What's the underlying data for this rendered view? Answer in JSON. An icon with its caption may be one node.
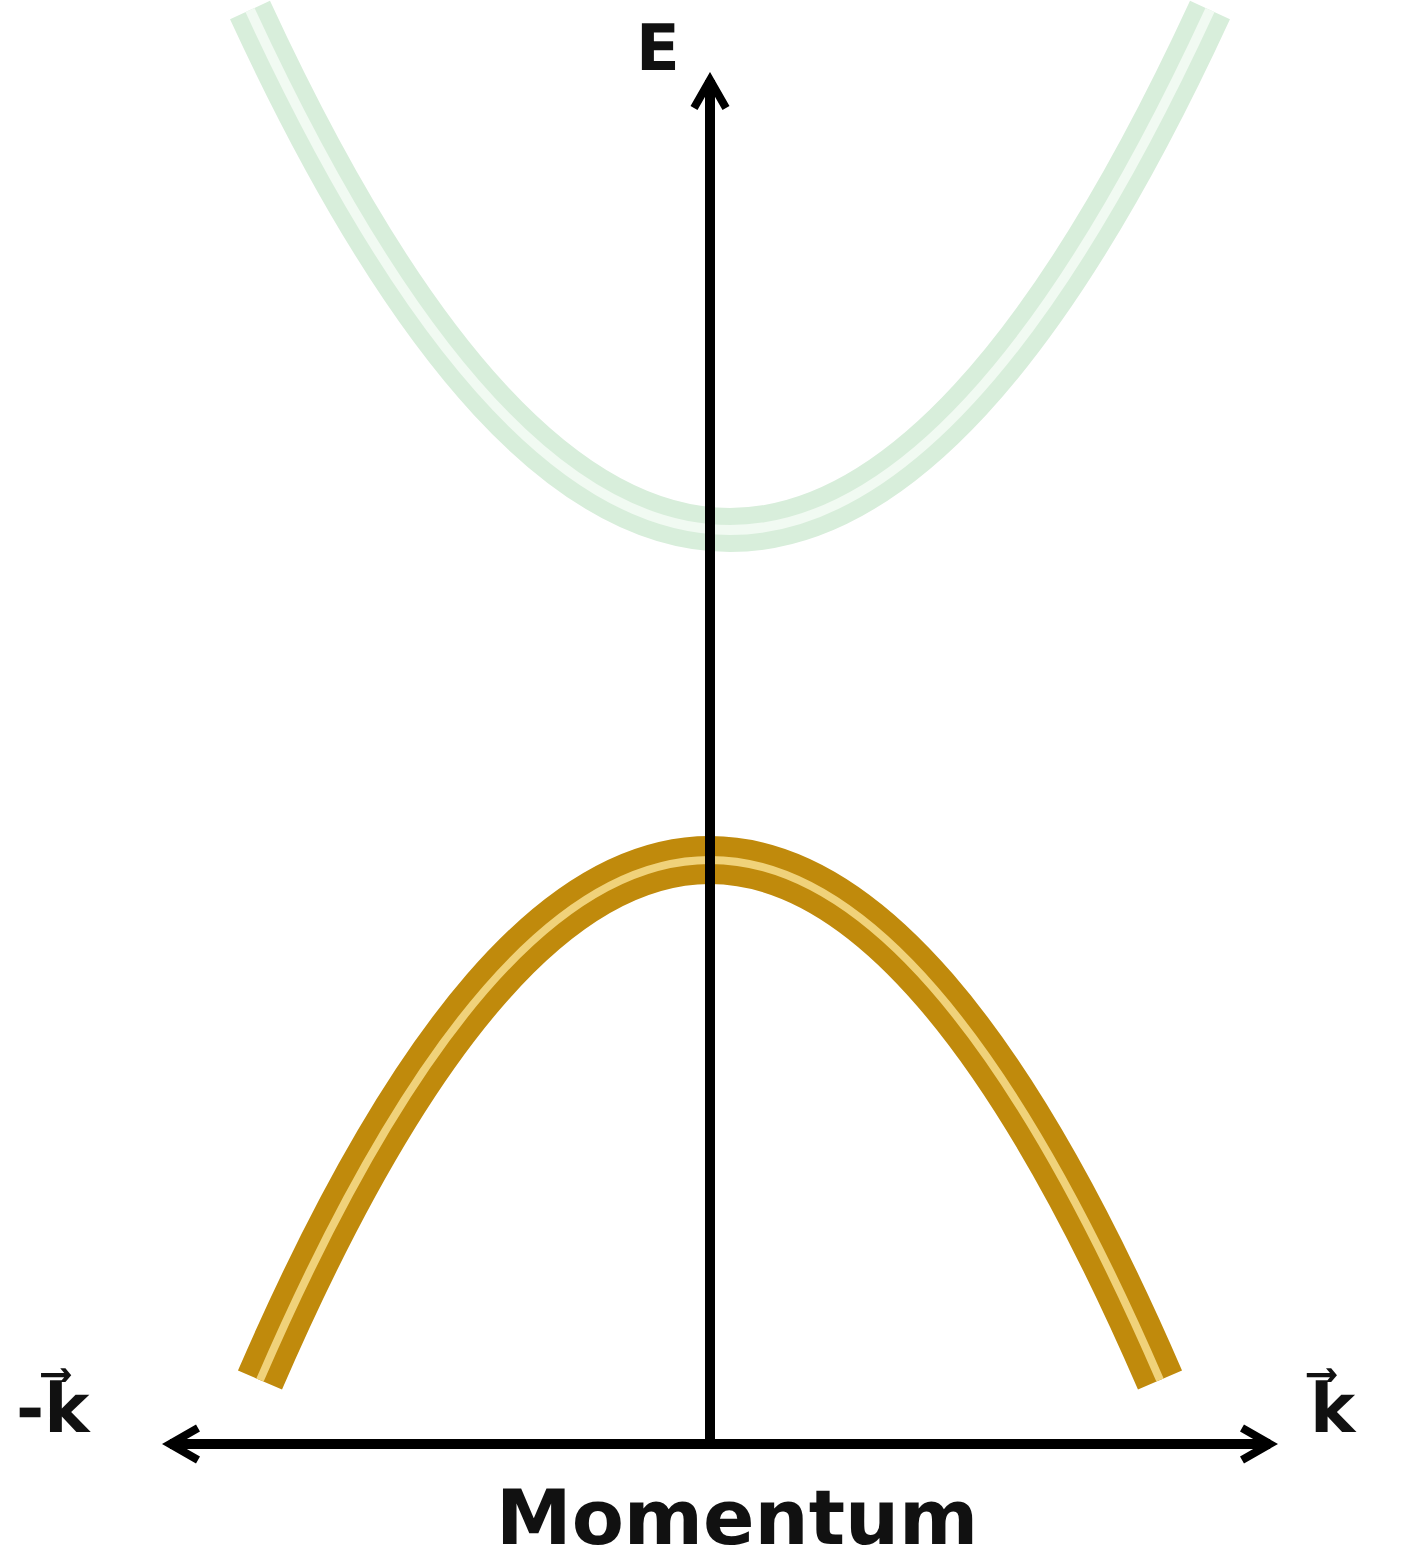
{
  "diagram": {
    "labels": [
      "E",
      "-k⃗",
      "k⃗",
      "Momentum"
    ]
  }
}
